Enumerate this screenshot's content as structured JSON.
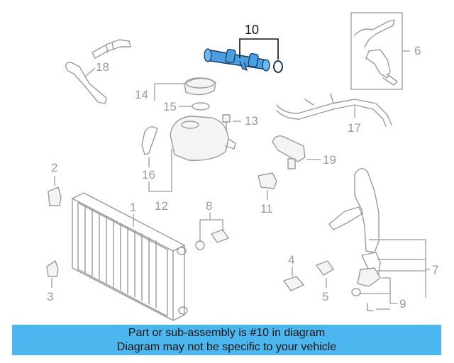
{
  "colors": {
    "highlight": "#4a9fe0",
    "banner": "#4bb7ee",
    "line_art": "#9a9a9a"
  },
  "callouts": {
    "c1": "1",
    "c2": "2",
    "c3": "3",
    "c4": "4",
    "c5": "5",
    "c6": "6",
    "c7": "7",
    "c8": "8",
    "c9": "9",
    "c10": "10",
    "c11": "11",
    "c12": "12",
    "c13": "13",
    "c14": "14",
    "c15": "15",
    "c16": "16",
    "c17": "17",
    "c18": "18",
    "c19": "19"
  },
  "banner": {
    "line1": "Part or sub-assembly is #10 in diagram",
    "line2": "Diagram may not be specific to your vehicle"
  }
}
